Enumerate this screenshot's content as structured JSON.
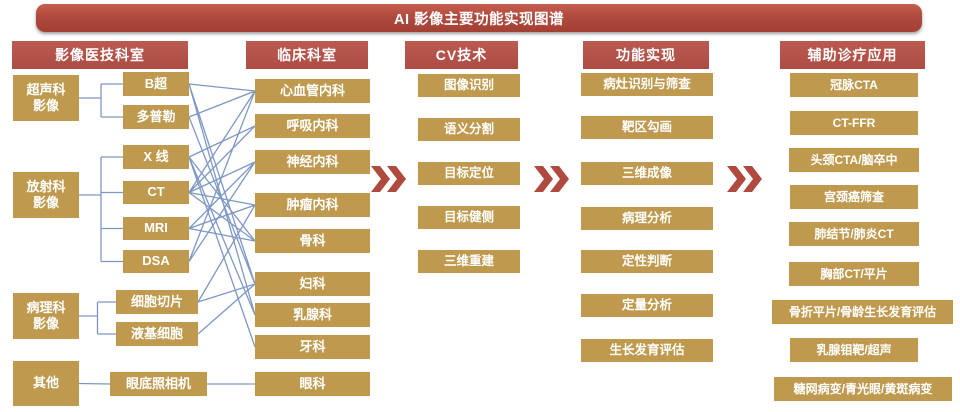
{
  "banner": {
    "title": "AI 影像主要功能实现图谱"
  },
  "columns": {
    "imaging_depts": {
      "header": "影像医技科室",
      "groups": [
        {
          "id": "g1",
          "label": "超声科\n影像"
        },
        {
          "id": "g2",
          "label": "放射科\n影像"
        },
        {
          "id": "g3",
          "label": "病理科\n影像"
        },
        {
          "id": "g4",
          "label": "其他"
        }
      ],
      "modalities": [
        {
          "id": "s1",
          "label": "B超"
        },
        {
          "id": "s2",
          "label": "多普勒"
        },
        {
          "id": "s3",
          "label": "X 线"
        },
        {
          "id": "s4",
          "label": "CT"
        },
        {
          "id": "s5",
          "label": "MRI"
        },
        {
          "id": "s6",
          "label": "DSA"
        },
        {
          "id": "s7",
          "label": "细胞切片"
        },
        {
          "id": "s8",
          "label": "液基细胞"
        },
        {
          "id": "s9",
          "label": "眼底照相机"
        }
      ]
    },
    "clinical_depts": {
      "header": "临床科室",
      "items": [
        {
          "id": "c1",
          "label": "心血管内科"
        },
        {
          "id": "c2",
          "label": "呼吸内科"
        },
        {
          "id": "c3",
          "label": "神经内科"
        },
        {
          "id": "c4",
          "label": "肿瘤内科"
        },
        {
          "id": "c5",
          "label": "骨科"
        },
        {
          "id": "c6",
          "label": "妇科"
        },
        {
          "id": "c7",
          "label": "乳腺科"
        },
        {
          "id": "c8",
          "label": "牙科"
        },
        {
          "id": "c9",
          "label": "眼科"
        }
      ]
    },
    "cv_tech": {
      "header": "CV技术",
      "items": [
        {
          "id": "v1",
          "label": "图像识别"
        },
        {
          "id": "v2",
          "label": "语义分割"
        },
        {
          "id": "v3",
          "label": "目标定位"
        },
        {
          "id": "v4",
          "label": "目标健侧"
        },
        {
          "id": "v5",
          "label": "三维重建"
        }
      ]
    },
    "functions": {
      "header": "功能实现",
      "items": [
        {
          "id": "f1",
          "label": "病灶识别与筛查"
        },
        {
          "id": "f2",
          "label": "靶区勾画"
        },
        {
          "id": "f3",
          "label": "三维成像"
        },
        {
          "id": "f4",
          "label": "病理分析"
        },
        {
          "id": "f5",
          "label": "定性判断"
        },
        {
          "id": "f6",
          "label": "定量分析"
        },
        {
          "id": "f7",
          "label": "生长发育评估"
        }
      ]
    },
    "applications": {
      "header": "辅助诊疗应用",
      "items": [
        {
          "id": "a1",
          "label": "冠脉CTA"
        },
        {
          "id": "a2",
          "label": "CT-FFR"
        },
        {
          "id": "a3",
          "label": "头颈CTA/脑卒中"
        },
        {
          "id": "a4",
          "label": "宫颈癌筛查"
        },
        {
          "id": "a5",
          "label": "肺结节/肺炎CT"
        },
        {
          "id": "a6",
          "label": "胸部CT/平片"
        },
        {
          "id": "a7",
          "label": "骨折平片/骨龄生长发育评估"
        },
        {
          "id": "a8",
          "label": "乳腺钼靶/超声"
        },
        {
          "id": "a9",
          "label": "糖网病变/青光眼/黄斑病变"
        }
      ]
    }
  },
  "links": {
    "group_to_modality": [
      {
        "from": "g1",
        "to": [
          "s1",
          "s2"
        ]
      },
      {
        "from": "g2",
        "to": [
          "s3",
          "s4",
          "s5",
          "s6"
        ]
      },
      {
        "from": "g3",
        "to": [
          "s7",
          "s8"
        ]
      },
      {
        "from": "g4",
        "to": [
          "s9"
        ]
      }
    ],
    "modality_to_clinical": [
      [
        "s1",
        "c1"
      ],
      [
        "s1",
        "c6"
      ],
      [
        "s1",
        "c7"
      ],
      [
        "s2",
        "c1"
      ],
      [
        "s2",
        "c6"
      ],
      [
        "s3",
        "c2"
      ],
      [
        "s3",
        "c5"
      ],
      [
        "s3",
        "c7"
      ],
      [
        "s3",
        "c8"
      ],
      [
        "s4",
        "c1"
      ],
      [
        "s4",
        "c2"
      ],
      [
        "s4",
        "c3"
      ],
      [
        "s4",
        "c4"
      ],
      [
        "s4",
        "c5"
      ],
      [
        "s5",
        "c3"
      ],
      [
        "s5",
        "c4"
      ],
      [
        "s5",
        "c5"
      ],
      [
        "s6",
        "c1"
      ],
      [
        "s6",
        "c3"
      ],
      [
        "s7",
        "c4"
      ],
      [
        "s7",
        "c6"
      ],
      [
        "s8",
        "c6"
      ],
      [
        "s9",
        "c9"
      ]
    ]
  },
  "icons": {
    "flow_arrow": "double-chevron-right"
  },
  "colors": {
    "banner_red": "#b04a3e",
    "header_red": "#b3534b",
    "box_gold": "#bf9a4e",
    "line_blue": "#7d97c5",
    "chevron_red": "#b04a3e",
    "text_white": "#ffffff"
  }
}
